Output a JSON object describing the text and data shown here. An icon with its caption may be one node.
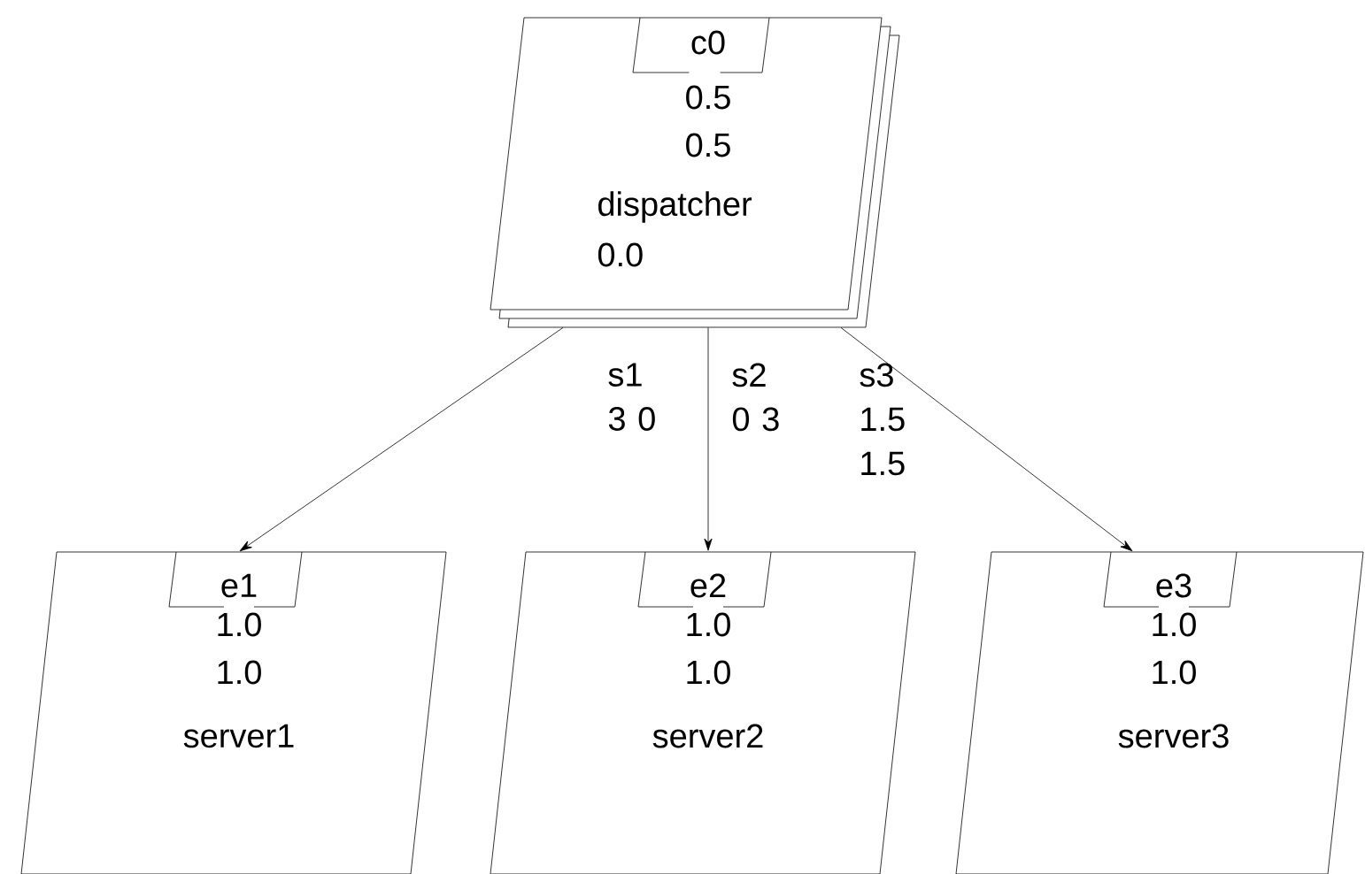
{
  "diagram": {
    "nodes": [
      {
        "text": [
          "c0",
          "0.5",
          "0.5",
          "dispatcher",
          "0.0"
        ]
      },
      {
        "text": [
          "e1",
          "1.0",
          "1.0",
          "server1"
        ]
      },
      {
        "text": [
          "e2",
          "1.0",
          "1.0",
          "server2"
        ]
      },
      {
        "text": [
          "e3",
          "1.0",
          "1.0",
          "server3"
        ]
      }
    ],
    "edges": [
      {
        "from": 0,
        "to": 1,
        "arrow": "to",
        "label": "s1 3 0"
      },
      {
        "from": 0,
        "to": 2,
        "arrow": "to",
        "label": "s2 0 3"
      },
      {
        "from": 0,
        "to": 3,
        "arrow": "to",
        "label": "s3 1.5 1.5"
      }
    ]
  }
}
